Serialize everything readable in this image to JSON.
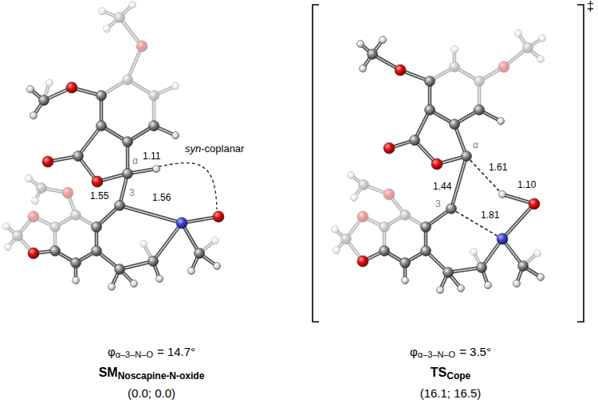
{
  "diagram": {
    "labels": [
      "1.11",
      "syn",
      "-coplanar",
      "α",
      "1.55",
      "3",
      "1.56",
      "φ",
      "α–3–N–O",
      "= 14.7°",
      "SM",
      "Noscapine-N-oxide",
      "(0.0; 0.0)",
      "‡",
      "α",
      "1.61",
      "1.44",
      "3",
      "1.10",
      "1.81",
      "φ",
      "α–3–N–O",
      "= 3.5°",
      "TS",
      "Cope",
      "(16.1; 16.5)"
    ]
  }
}
